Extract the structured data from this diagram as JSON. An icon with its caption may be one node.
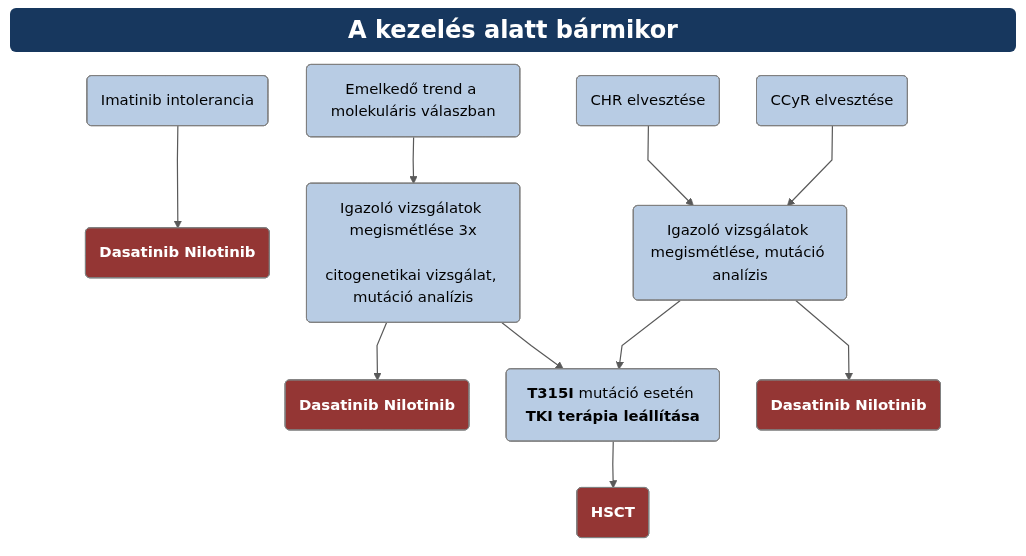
{
  "diagram": {
    "title": "A kezelés alatt bármikor",
    "nodes": [
      {
        "text": [
          "Imatinib intolerancia"
        ]
      },
      {
        "text": [
          "Emelkedő trend a molekuláris válaszban"
        ]
      },
      {
        "text": [
          "CHR elvesztése"
        ]
      },
      {
        "text": [
          "CCyR elvesztése"
        ]
      },
      {
        "text": [
          "Igazoló vizsgálatok megismétlése 3x",
          "citogenetikai vizsgálat, mutáció analízis"
        ]
      },
      {
        "text": [
          "**T315I** mutáció esetén **TKI terápia leállítása**"
        ]
      },
      {
        "text": [
          "Igazoló vizsgálatok megismétlése, mutáció analízis"
        ]
      },
      {
        "text": [
          "Dasatinib Nilotinib"
        ]
      },
      {
        "text": [
          "Dasatinib Nilotinib"
        ]
      },
      {
        "text": [
          "HSCT"
        ]
      },
      {
        "text": [
          "Dasatinib Nilotinib"
        ]
      }
    ],
    "edges": [
      {
        "from": 0,
        "to": 7,
        "arrow": "to"
      },
      {
        "from": 1,
        "to": 4,
        "arrow": "to"
      },
      {
        "from": 2,
        "to": 6,
        "arrow": "to"
      },
      {
        "from": 3,
        "to": 6,
        "arrow": "to"
      },
      {
        "from": 4,
        "to": 5,
        "arrow": "to"
      },
      {
        "from": 6,
        "to": 5,
        "arrow": "to"
      },
      {
        "from": 4,
        "to": 8,
        "arrow": "to"
      },
      {
        "from": 5,
        "to": 9,
        "arrow": "to"
      },
      {
        "from": 6,
        "to": 10,
        "arrow": "to"
      }
    ]
  }
}
